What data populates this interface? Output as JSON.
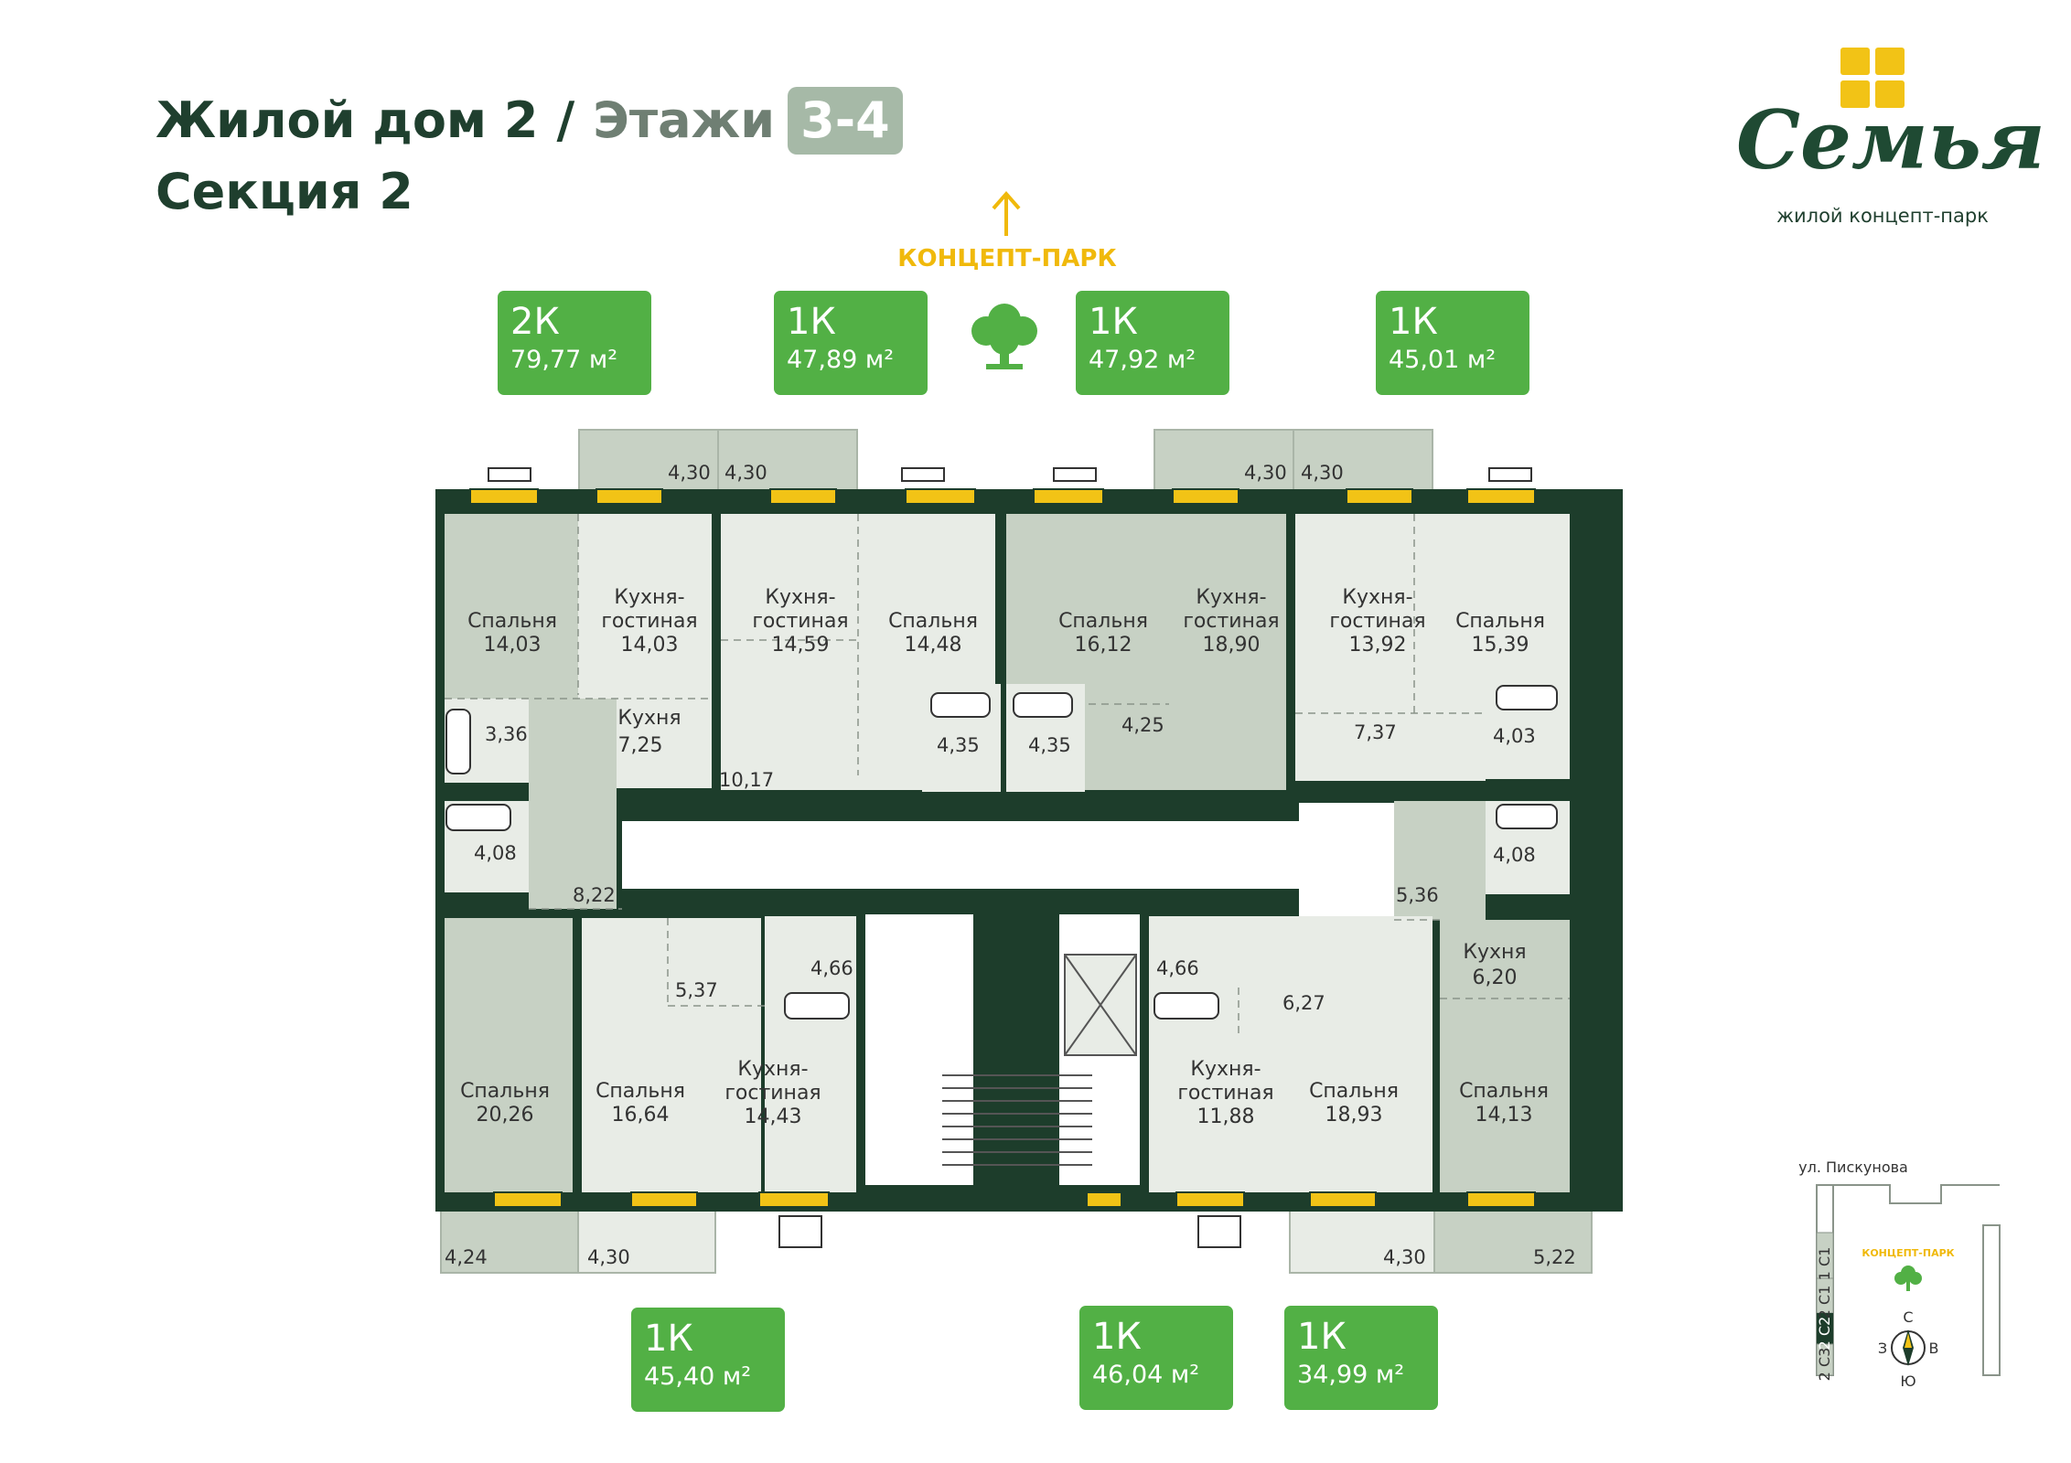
{
  "header": {
    "building": "Жилой дом 2",
    "separator": "/",
    "floors_label": "Этажи",
    "floors_value": "3-4",
    "section": "Секция 2"
  },
  "logo": {
    "name": "Семья",
    "tagline": "жилой концепт-парк"
  },
  "park": {
    "label": "КОНЦЕПТ-ПАРК"
  },
  "apartments": [
    {
      "type": "2К",
      "area": "79,77 м²"
    },
    {
      "type": "1К",
      "area": "47,89 м²"
    },
    {
      "type": "1К",
      "area": "47,92 м²"
    },
    {
      "type": "1К",
      "area": "45,01 м²"
    },
    {
      "type": "1К",
      "area": "45,40 м²"
    },
    {
      "type": "1К",
      "area": "46,04 м²"
    },
    {
      "type": "1К",
      "area": "34,99 м²"
    }
  ],
  "rooms": [
    {
      "name": "Спальня",
      "area": "14,03"
    },
    {
      "name": "Кухня-\nгостиная",
      "area": "14,03"
    },
    {
      "name": "Кухня-\nгостиная",
      "area": "14,59"
    },
    {
      "name": "Спальня",
      "area": "14,48"
    },
    {
      "name": "Спальня",
      "area": "16,12"
    },
    {
      "name": "Кухня-\nгостиная",
      "area": "18,90"
    },
    {
      "name": "Кухня-\nгостиная",
      "area": "13,92"
    },
    {
      "name": "Спальня",
      "area": "15,39"
    },
    {
      "name": "Кухня",
      "area": "7,25"
    },
    {
      "name": "Спальня",
      "area": "20,26"
    },
    {
      "name": "Спальня",
      "area": "16,64"
    },
    {
      "name": "Кухня-\nгостиная",
      "area": "14,43"
    },
    {
      "name": "Кухня-\nгостиная",
      "area": "11,88"
    },
    {
      "name": "Спальня",
      "area": "18,93"
    },
    {
      "name": "Кухня",
      "area": "6,20"
    },
    {
      "name": "Спальня",
      "area": "14,13"
    }
  ],
  "areas": {
    "balcony_a": "4,30",
    "balcony_b": "4,30",
    "balcony_c": "4,30",
    "balcony_d": "4,30",
    "bath_a": "3,36",
    "bath_b": "4,08",
    "bath_c": "4,35",
    "bath_d": "4,35",
    "bath_e": "4,03",
    "bath_f": "4,08",
    "bath_g": "4,66",
    "bath_h": "4,66",
    "hall_a": "10,17",
    "hall_b": "4,25",
    "hall_c": "7,37",
    "hall_d": "8,22",
    "hall_e": "5,37",
    "hall_f": "6,27",
    "hall_g": "5,36",
    "balcony_e": "4,24",
    "balcony_f": "4,30",
    "balcony_g": "4,30",
    "balcony_h": "5,22"
  },
  "key_plan": {
    "street": "ул. Пискунова",
    "park_label": "КОНЦЕПТ-ПАРК",
    "sections": [
      "1 С1",
      "2 С1",
      "2 С2",
      "2 С3"
    ],
    "compass": {
      "north": "С",
      "south": "Ю",
      "west": "З",
      "east": "В"
    }
  },
  "colors": {
    "wall": "#1d3d2b",
    "room_light": "#e8ece6",
    "room_dark": "#c7d1c4",
    "window": "#f2c316",
    "badge": "#52b045",
    "accent": "#f0b90b"
  }
}
